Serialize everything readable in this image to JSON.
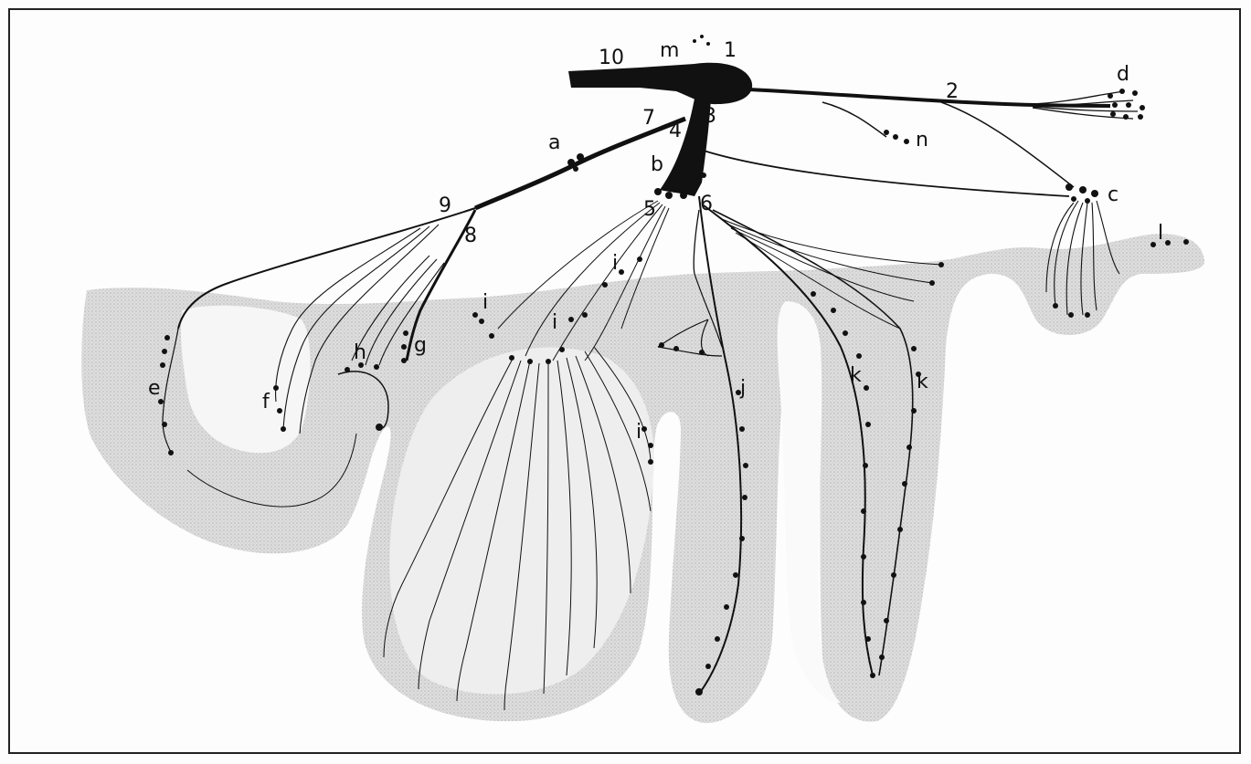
{
  "figure": {
    "number_labels": [
      "1",
      "2",
      "3",
      "4",
      "5",
      "6",
      "7",
      "8",
      "9",
      "10"
    ],
    "letter_labels": [
      "a",
      "b",
      "c",
      "d",
      "e",
      "f",
      "g",
      "h",
      "i",
      "i",
      "i",
      "i",
      "j",
      "k",
      "k",
      "l",
      "m",
      "n"
    ]
  },
  "colors": {
    "ink": "#111111",
    "stipple": "#cfcfcf",
    "stipple_dark": "#bdbdbd",
    "paper": "#fdfdfd",
    "frame": "#222222"
  }
}
